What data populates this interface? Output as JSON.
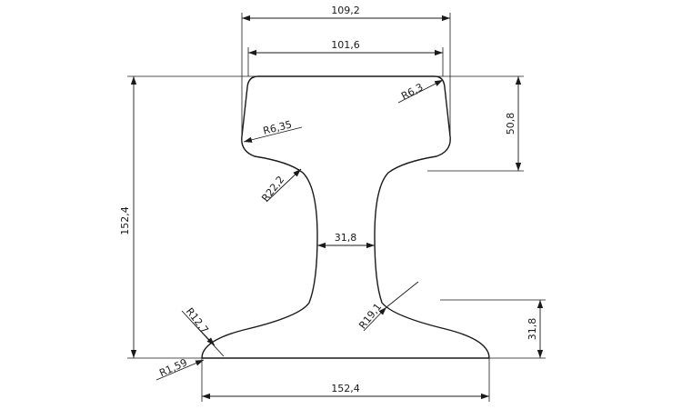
{
  "drawing": {
    "dimensions": {
      "head_outer_width": "109,2",
      "head_top_width": "101,6",
      "total_height": "152,4",
      "head_depth": "50,8",
      "web_thickness": "31,8",
      "base_width": "152,4",
      "base_height": "31,8"
    },
    "radii": {
      "head_corner": "R6,3",
      "head_underside": "R6,35",
      "web_upper": "R22,2",
      "web_lower": "R19,1",
      "base_upper": "R12,7",
      "base_toe": "R1,59"
    }
  }
}
